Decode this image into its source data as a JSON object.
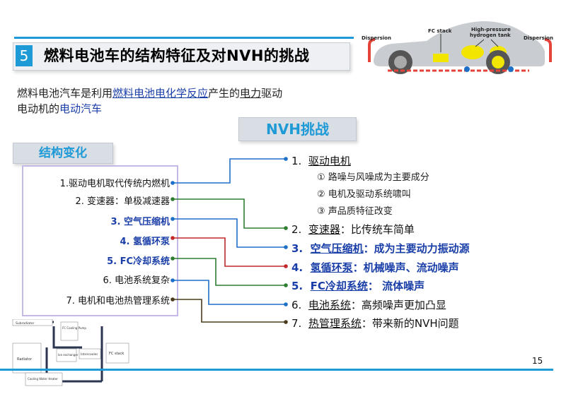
{
  "slide": {
    "section_number": "5",
    "title": "燃料电池车的结构特征及对NVH的挑战",
    "page_number": "15"
  },
  "intro": {
    "p1": "燃料电池汽车是利用",
    "link1": "燃料电池电化学反应",
    "p2": "产生的",
    "link2": "电力",
    "p3": "驱动",
    "p4": "电动机的",
    "link3": "电动汽车"
  },
  "nvh_label": "NVH挑战",
  "structure_label": "结构变化",
  "left_items": [
    "1.驱动电机取代传统内燃机",
    "2. 变速器：单极减速器",
    "3. 空气压缩机",
    "4. 氢循环泵",
    "5. FC冷却系统",
    "6. 电池系统复杂",
    "7. 电机和电池热管理系统"
  ],
  "right_items": [
    {
      "num": "1.",
      "name": "驱动电机",
      "rest": ""
    },
    {
      "num": "2.",
      "name": "变速器",
      "rest": "：比传统车简单"
    },
    {
      "num": "3.",
      "name": "空气压缩机",
      "rest": "：成为主要动力振动源"
    },
    {
      "num": "4.",
      "name": "氢循环泵",
      "rest": "：机械噪声、流动噪声"
    },
    {
      "num": "5.",
      "name": "FC冷却系统",
      "rest": "：  流体噪声"
    },
    {
      "num": "6.",
      "name": "电池系统",
      "rest": "：高频噪声更加凸显"
    },
    {
      "num": "7.",
      "name": "热管理系统",
      "rest": "：带来新的NVH问题"
    }
  ],
  "sub_items": [
    "①  路噪与风噪成为主要成分",
    "②  电机及驱动系统啸叫",
    "③  声品质特征改变"
  ],
  "car_image": {
    "labels": [
      "Dispersion",
      "FC stack",
      "High-pressure",
      "hydrogen tank",
      "Dispersion"
    ],
    "body_color": "#c9cdd2",
    "component_color": "#f2e600",
    "arrow_color": "#e5433a"
  },
  "cooling_diagram": {
    "labels": [
      "Subradiator",
      "FC Cooling Pump",
      "Radiator",
      "Ion exchanger",
      "Intercooler",
      "FC stack",
      "Cooling Water Heater"
    ]
  },
  "colors": {
    "accent": "#1e9ad6",
    "bold_blue": "#1a3ea8",
    "line_red": "#c0282b",
    "line_green": "#2f7d32",
    "line_dark": "#4a3b1a"
  }
}
